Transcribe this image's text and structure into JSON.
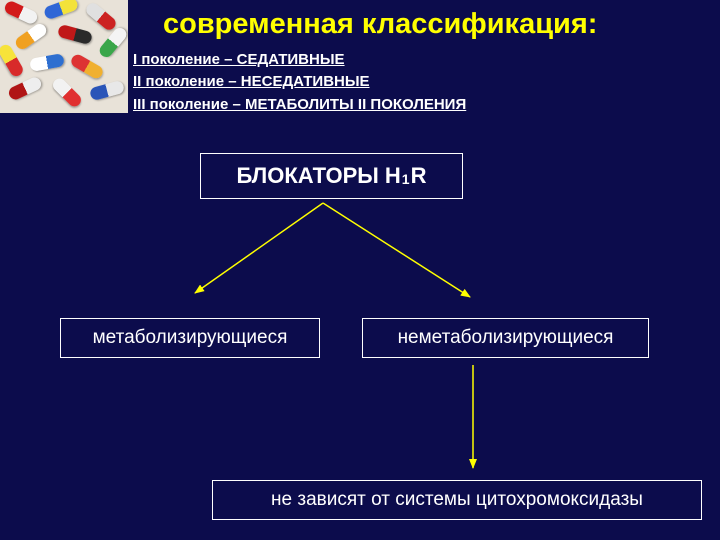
{
  "title": "современная классификация:",
  "generations": [
    "I поколение – СЕДАТИВНЫЕ",
    "II поколение – НЕСЕДАТИВНЫЕ",
    "III поколение – МЕТАБОЛИТЫ II ПОКОЛЕНИЯ"
  ],
  "blockers": {
    "main": "БЛОКАТОРЫ H",
    "subscript": "1",
    "suffix": "R"
  },
  "metabolizing": "метаболизирующиеся",
  "non_metabolizing": "неметаболизирующиеся",
  "cytochrome": "не зависят от системы цитохромоксидазы",
  "colors": {
    "background": "#0c0c4c",
    "title": "#ffff00",
    "arrow": "#ffff00",
    "text": "#ffffff"
  }
}
